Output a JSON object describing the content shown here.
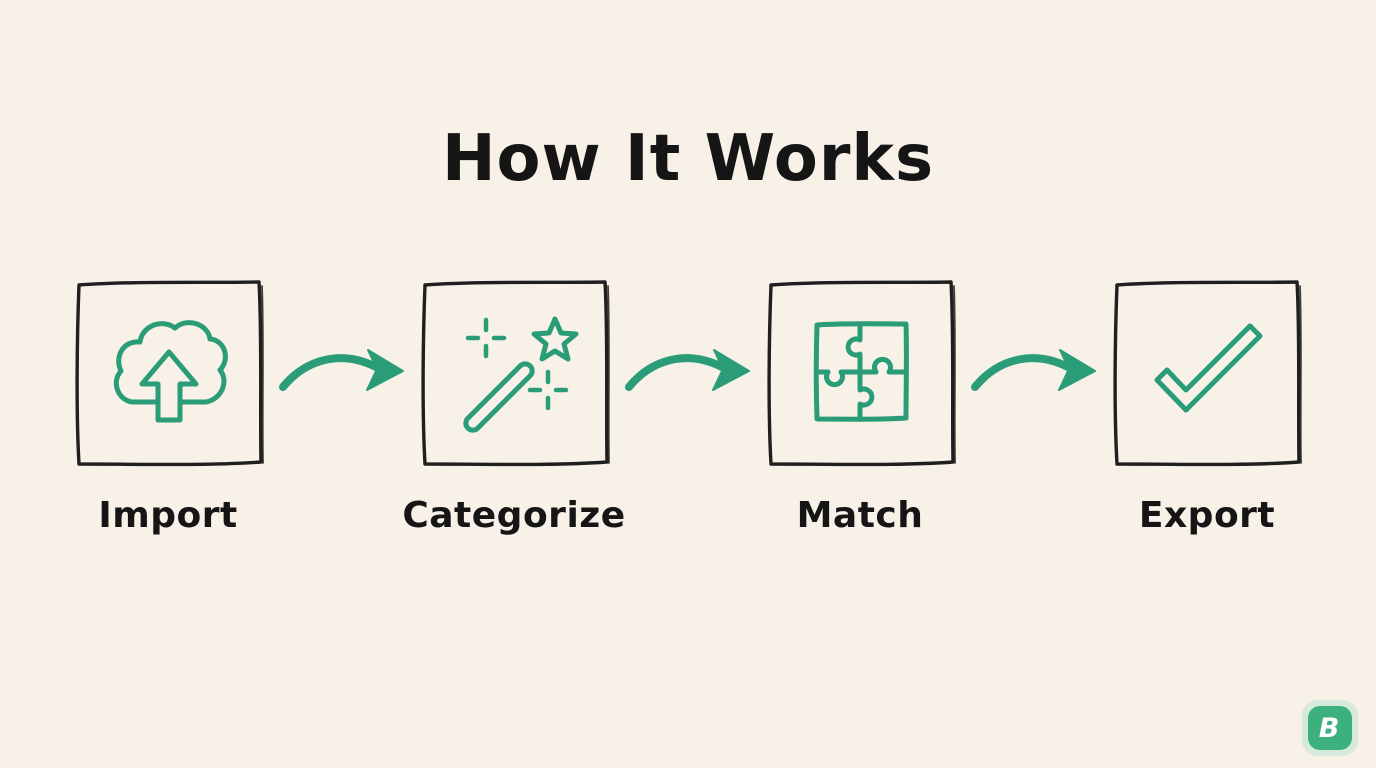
{
  "title": "How It Works",
  "steps": [
    {
      "label": "Import",
      "icon": "cloud-upload-icon"
    },
    {
      "label": "Categorize",
      "icon": "magic-wand-icon"
    },
    {
      "label": "Match",
      "icon": "puzzle-icon"
    },
    {
      "label": "Export",
      "icon": "checkmark-icon"
    }
  ],
  "arrows": {
    "count": 3,
    "direction": "right"
  },
  "logo": {
    "letter": "B"
  },
  "colors": {
    "background": "#f7f1e7",
    "ink": "#1f1f1f",
    "accent_green": "#2a9d78",
    "logo_green": "#3cb17e",
    "logo_badge": "#d6e9dc",
    "text": "#151515"
  }
}
